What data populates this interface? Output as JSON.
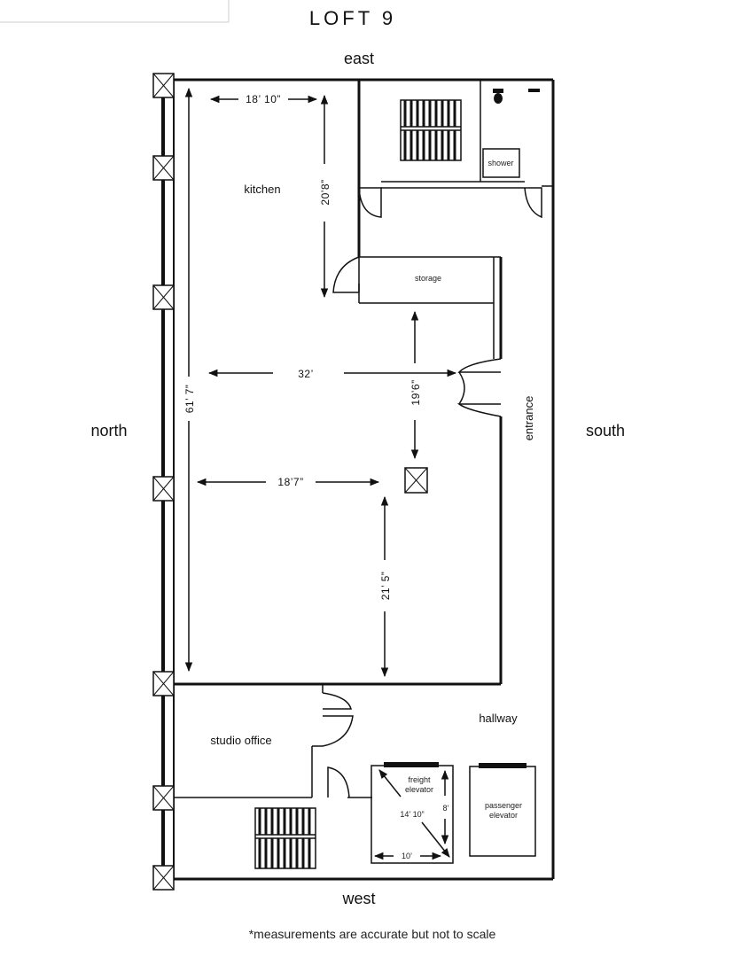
{
  "title": "LOFT 9",
  "compass": {
    "east": "east",
    "north": "north",
    "south": "south",
    "west": "west"
  },
  "rooms": {
    "kitchen": "kitchen",
    "storage": "storage",
    "shower": "shower",
    "entrance": "entrance",
    "hallway": "hallway",
    "studio_office": "studio office",
    "freight_elevator_line1": "freight",
    "freight_elevator_line2": "elevator",
    "passenger_elevator_line1": "passenger",
    "passenger_elevator_line2": "elevator"
  },
  "dimensions": {
    "kitchen_width": "18’ 10”",
    "kitchen_depth": "20’8”",
    "total_length": "61’ 7”",
    "main_width": "32’",
    "center_depth": "19’6”",
    "lower_width": "18’7”",
    "lower_depth": "21’ 5”",
    "freight_diagonal": "14’ 10”",
    "freight_depth": "8’",
    "freight_width": "10’"
  },
  "note": "*measurements are accurate but not to scale"
}
